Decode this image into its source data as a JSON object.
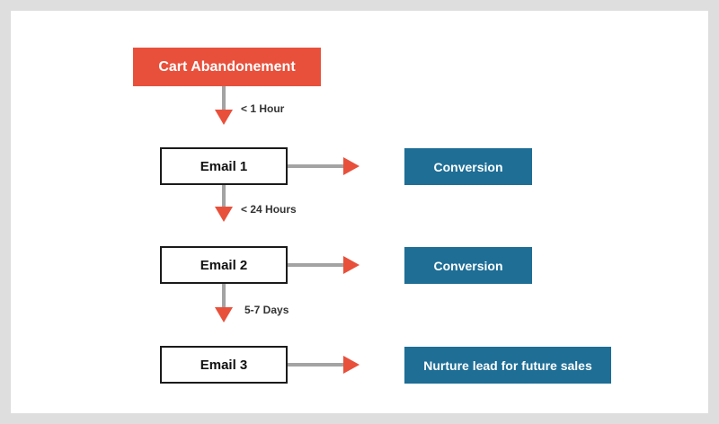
{
  "diagram": {
    "root_label": "Cart Abandonement",
    "steps": [
      {
        "delay_label": "< 1 Hour",
        "email_label": "Email 1",
        "outcome_label": "Conversion"
      },
      {
        "delay_label": "< 24 Hours",
        "email_label": "Email 2",
        "outcome_label": "Conversion"
      },
      {
        "delay_label": "5-7 Days",
        "email_label": "Email 3",
        "outcome_label": "Nurture lead for future sales"
      }
    ]
  },
  "colors": {
    "accent_red": "#e8503b",
    "accent_teal": "#1e6e96",
    "line_gray": "#a3a3a3",
    "page_background": "#dedede",
    "card_background": "#ffffff",
    "email_border": "#1a1a1a"
  }
}
